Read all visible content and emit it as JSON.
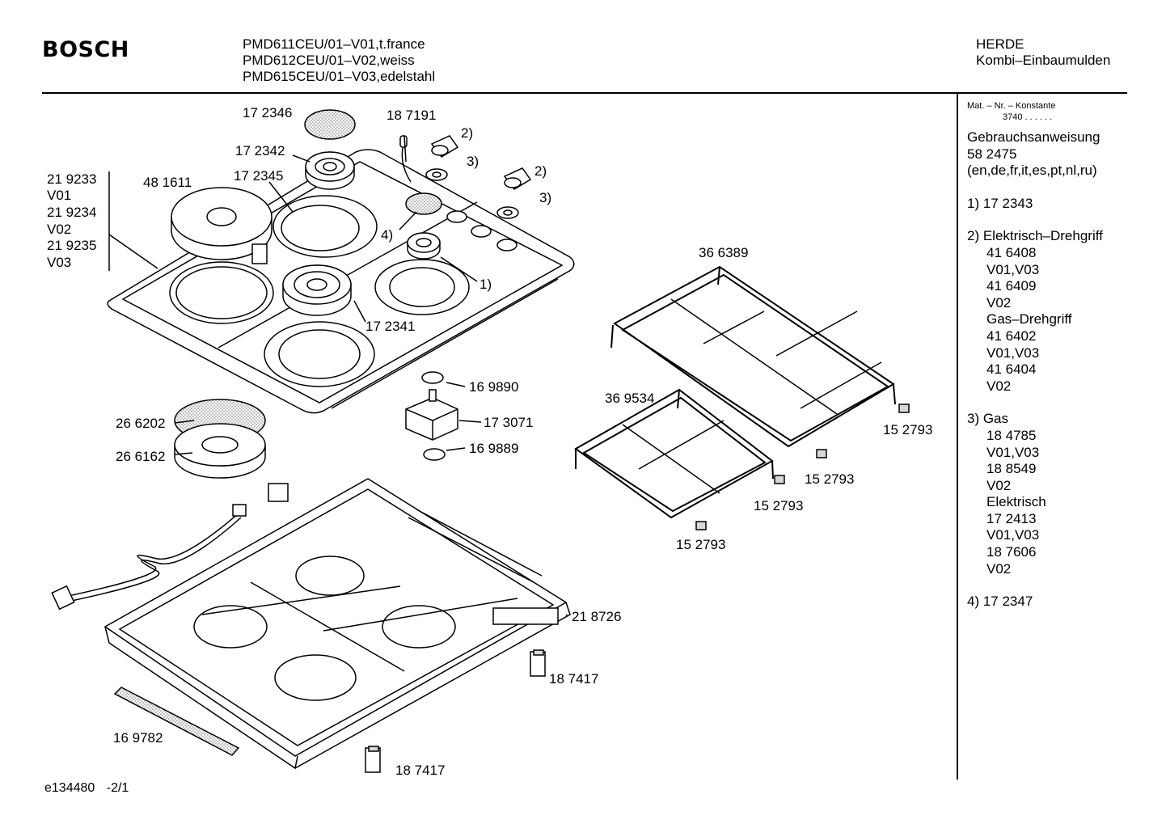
{
  "header": {
    "brand": "BOSCH",
    "models": [
      "PMD611CEU/01–V01,t.france",
      "PMD612CEU/01–V02,weiss",
      "PMD615CEU/01–V03,edelstahl"
    ],
    "category": "HERDE",
    "subcategory": "Kombi–Einbaumulden"
  },
  "sidebar": {
    "mat_label": "Mat. – Nr. – Konstante",
    "mat_value": "3740  .  .  .  .  .  .",
    "manual_title": "Gebrauchsanweisung",
    "manual_number": "58 2475",
    "manual_langs": "(en,de,fr,it,es,pt,nl,ru)",
    "note1": "1) 17 2343",
    "note2_title": "2) Elektrisch–Drehgriff",
    "note2_lines": [
      "41 6408",
      "V01,V03",
      "41 6409",
      "V02",
      "Gas–Drehgriff",
      "41 6402",
      "V01,V03",
      "41 6404",
      "V02"
    ],
    "note3_title": "3) Gas",
    "note3_lines": [
      "18 4785",
      "V01,V03",
      "18 8549",
      "V02",
      "Elektrisch",
      "17 2413",
      "V01,V03",
      "18 7606",
      "V02"
    ],
    "note4": "4) 17 2347"
  },
  "parts": {
    "p172346": "17 2346",
    "p187191": "18 7191",
    "n2a": "2)",
    "n3a": "3)",
    "n2b": "2)",
    "n3b": "3)",
    "p172342": "17 2342",
    "p172345": "17 2345",
    "p481611": "48 1611",
    "v_list": [
      "21 9233",
      "V01",
      "21 9234",
      "V02",
      "21 9235",
      "V03"
    ],
    "n4": "4)",
    "n1": "1)",
    "p172341": "17 2341",
    "p366389": "36 6389",
    "p169890": "16 9890",
    "p173071": "17 3071",
    "p169889": "16 9889",
    "p266202": "26 6202",
    "p266162": "26 6162",
    "p369534": "36 9534",
    "p152793a": "15 2793",
    "p152793b": "15 2793",
    "p152793c": "15 2793",
    "p152793d": "15 2793",
    "p218726": "21 8726",
    "p187417a": "18 7417",
    "p187417b": "18 7417",
    "p169782": "16 9782"
  },
  "footer": {
    "code": "e134480",
    "page": "-2/1"
  }
}
